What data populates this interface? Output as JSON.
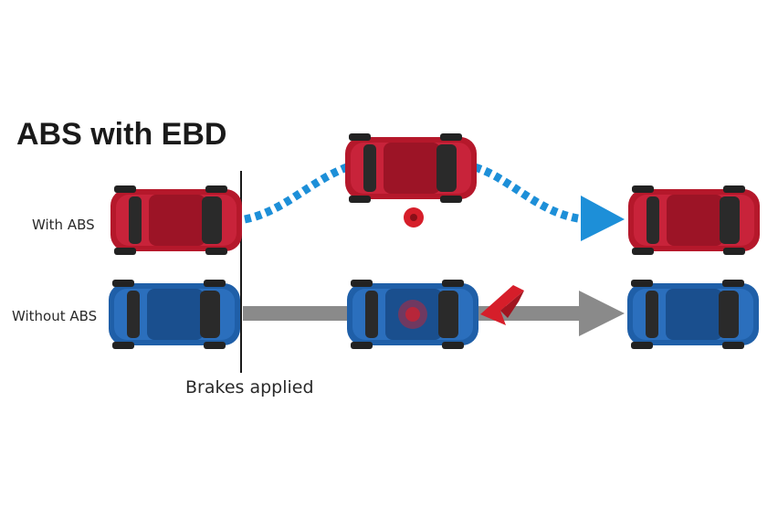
{
  "title": "ABS with EBD",
  "rows": {
    "with_abs": "With ABS",
    "without_abs": "Without ABS"
  },
  "brake_label": "Brakes applied",
  "colors": {
    "red_car": "#b5182b",
    "blue_car": "#1f5fa8",
    "abs_path": "#1d8fd8",
    "no_abs_path": "#8a8a8a",
    "warning": "#d61e2a"
  }
}
